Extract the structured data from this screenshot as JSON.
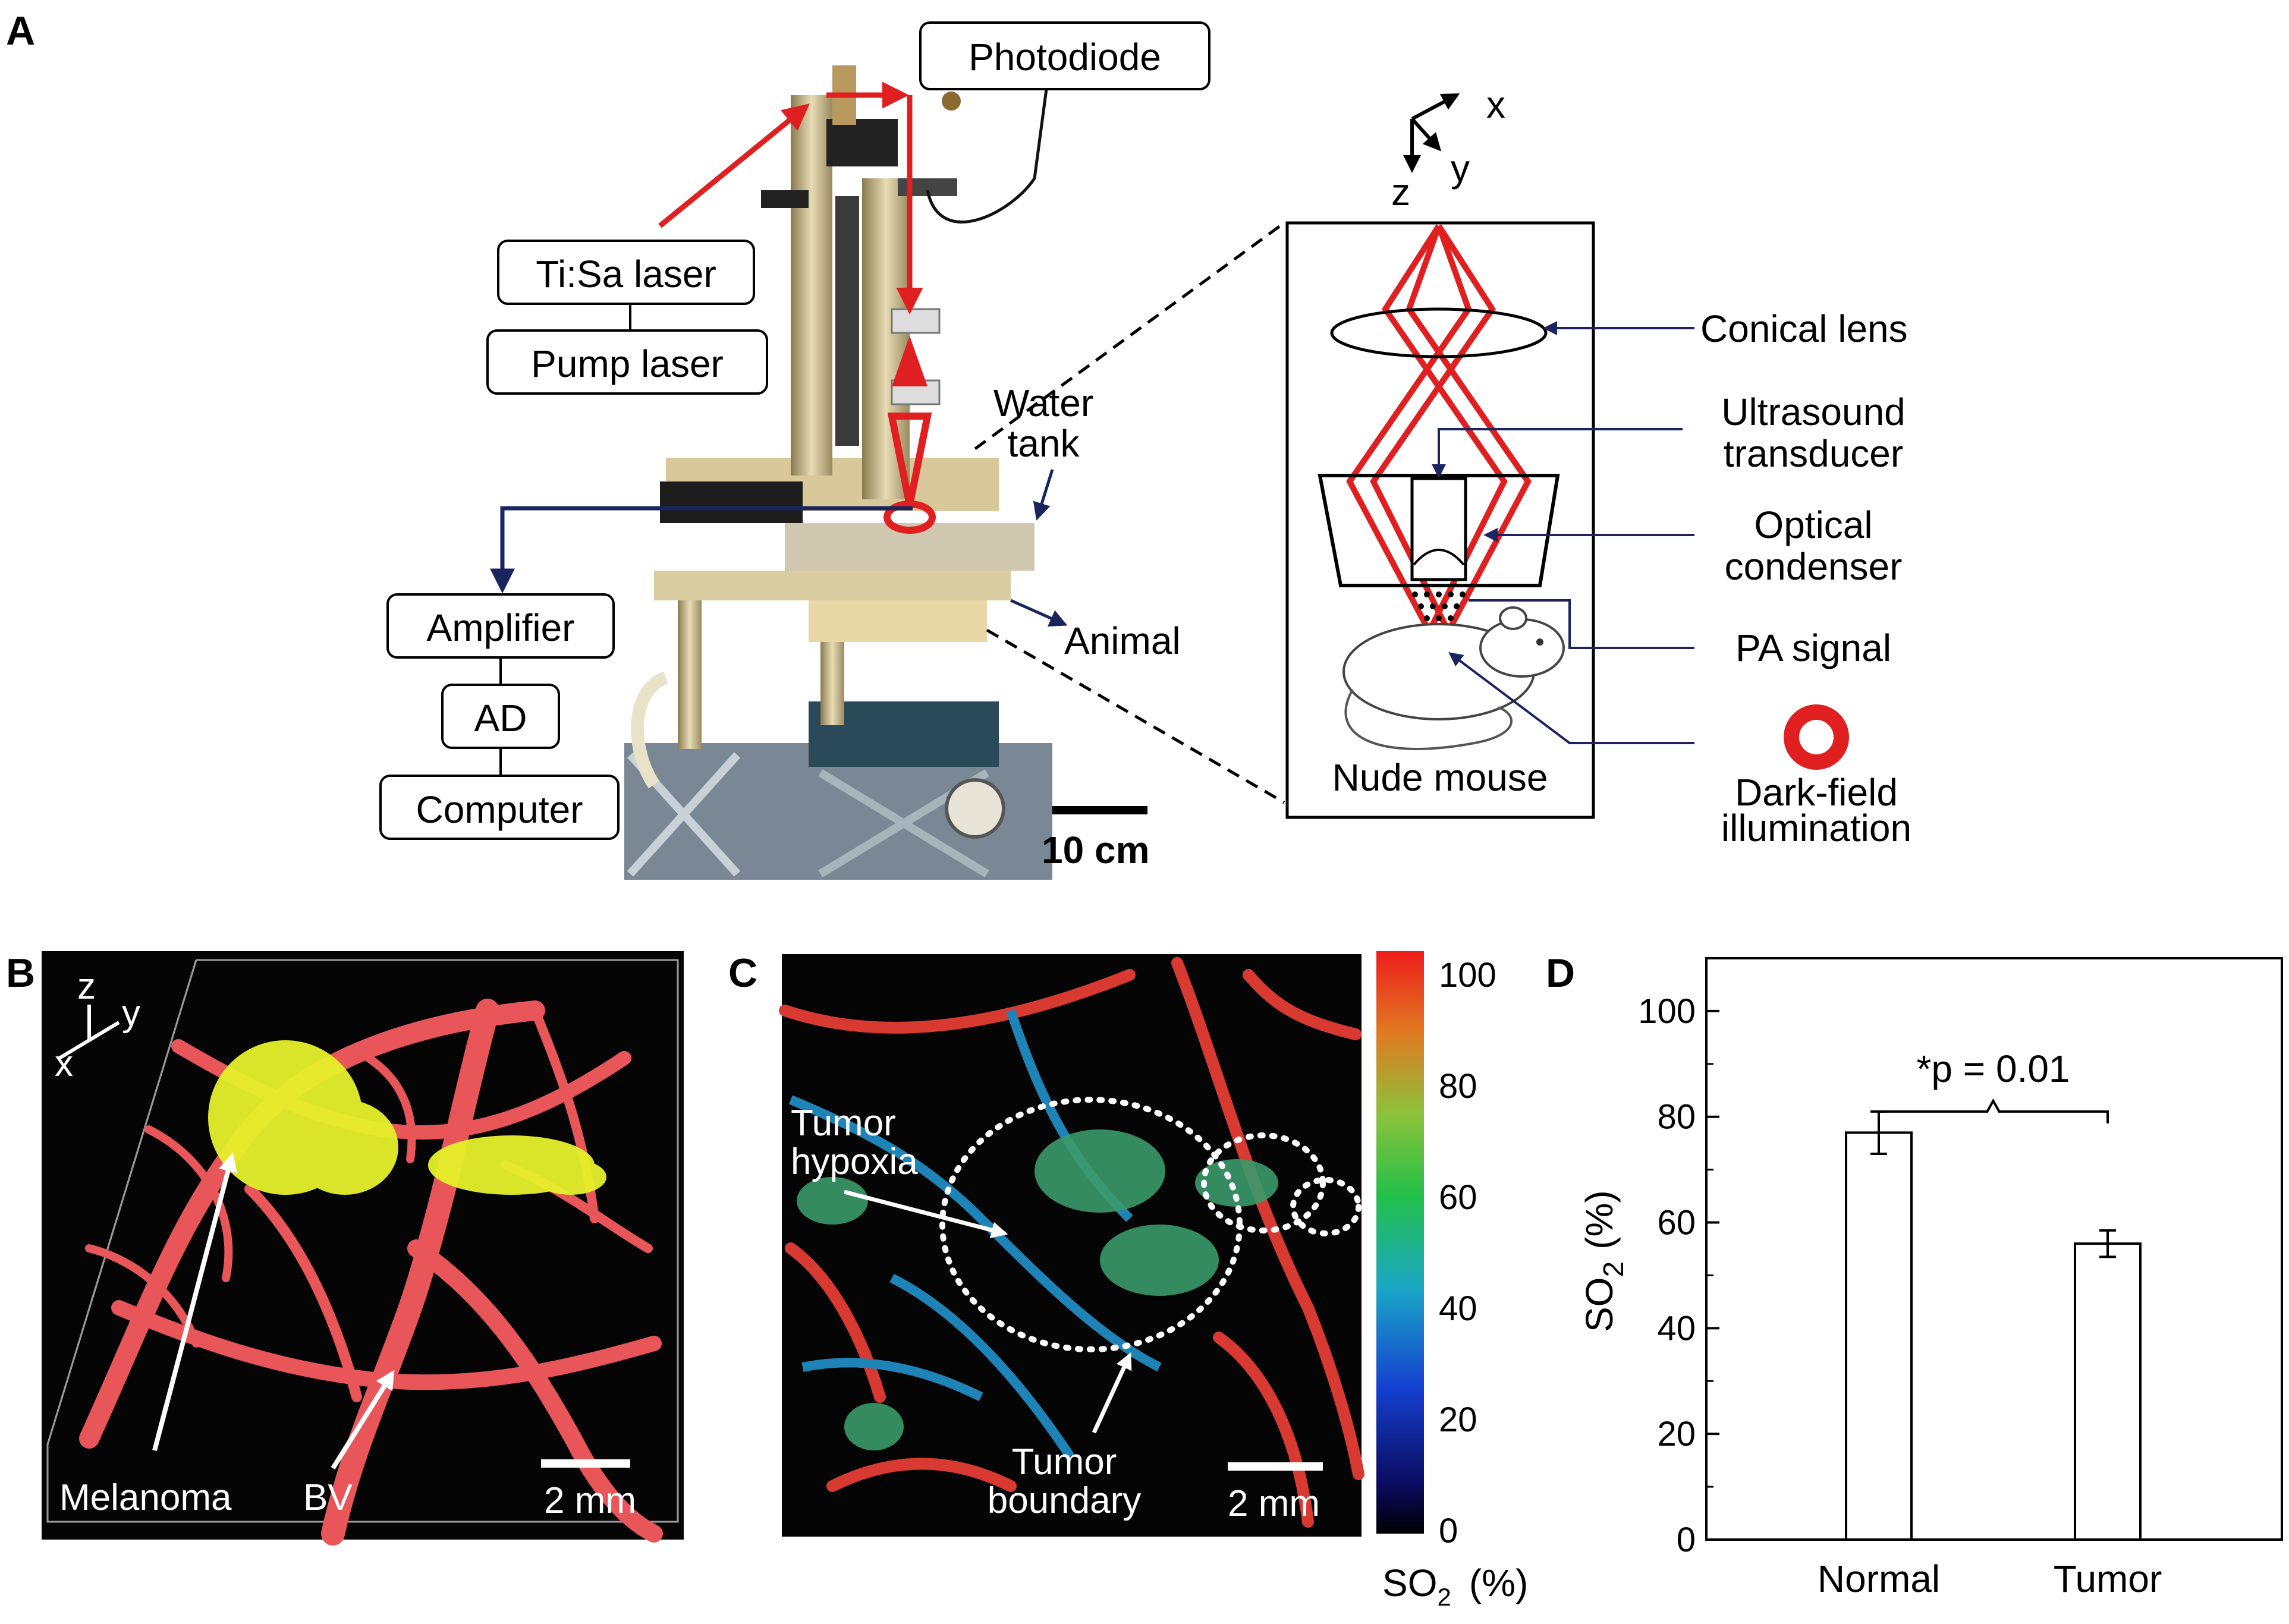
{
  "panels": {
    "a": "A",
    "b": "B",
    "c": "C",
    "d": "D"
  },
  "panel_a": {
    "photodiode": "Photodiode",
    "tisa_laser": "Ti:Sa laser",
    "pump_laser": "Pump laser",
    "water_tank_1": "Water",
    "water_tank_2": "tank",
    "amplifier": "Amplifier",
    "ad": "AD",
    "computer": "Computer",
    "animal": "Animal",
    "scale": "10 cm",
    "axis_x": "x",
    "axis_y": "y",
    "axis_z": "z",
    "conical_lens": "Conical lens",
    "ultrasound_1": "Ultrasound",
    "ultrasound_2": "transducer",
    "optical_1": "Optical",
    "optical_2": "condenser",
    "pa_signal": "PA signal",
    "dark_field_1": "Dark-field",
    "dark_field_2": "illumination",
    "nude_mouse": "Nude mouse"
  },
  "panel_b": {
    "axis_x": "x",
    "axis_y": "y",
    "axis_z": "z",
    "melanoma": "Melanoma",
    "bv": "BV",
    "scale": "2 mm"
  },
  "panel_c": {
    "hypoxia_1": "Tumor",
    "hypoxia_2": "hypoxia",
    "boundary_1": "Tumor",
    "boundary_2": "boundary",
    "scale": "2 mm",
    "colorbar_ticks": [
      "100",
      "80",
      "60",
      "40",
      "20",
      "0"
    ],
    "colorbar_label": "SO",
    "colorbar_sub": "2",
    "colorbar_unit": "(%)"
  },
  "colors": {
    "laser": "#e02020",
    "vessel": "#e8565a",
    "melanoma": "#e6f02a",
    "cable": "#1a2560",
    "lab_bg": "#ffffff",
    "tissue_bg": "#050505"
  },
  "chart_data": {
    "type": "bar",
    "categories": [
      "Normal",
      "Tumor"
    ],
    "values": [
      77,
      56
    ],
    "errors": [
      4,
      2.5
    ],
    "ylabel": "SO",
    "ylabel_sub": "2",
    "ylabel_unit": "(%)",
    "ylim": [
      0,
      110
    ],
    "yticks": [
      0,
      20,
      40,
      60,
      80,
      100
    ],
    "annotation": "*p = 0.01",
    "grid": false
  }
}
